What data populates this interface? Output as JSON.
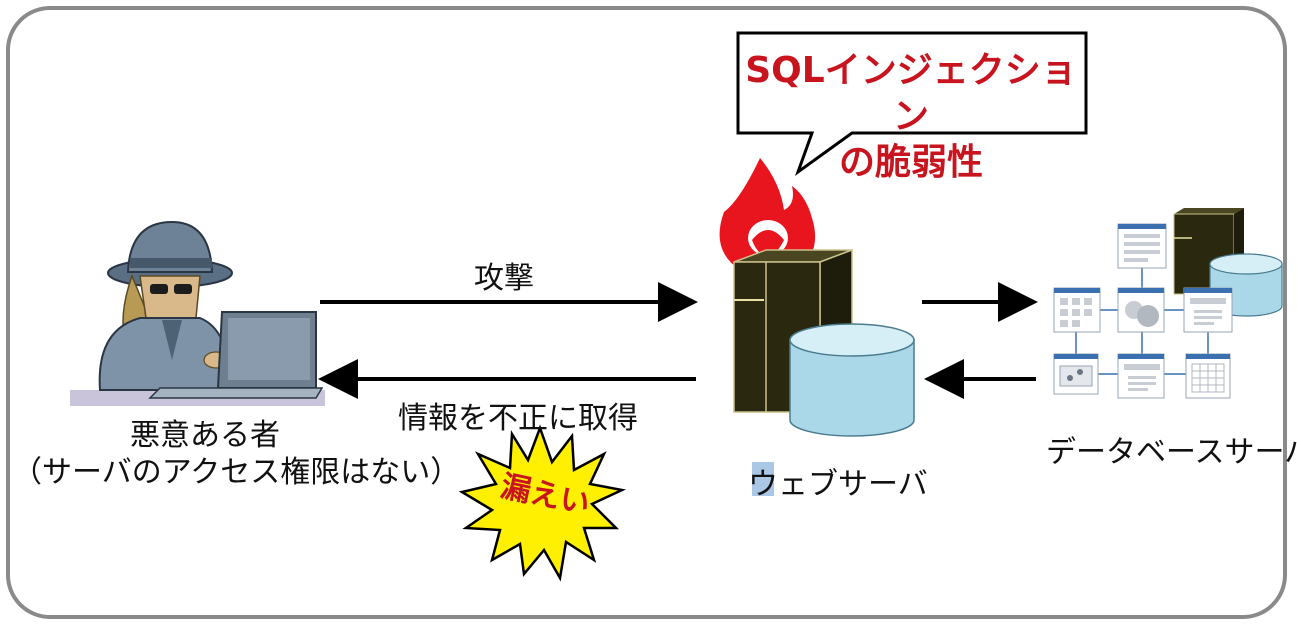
{
  "callout": {
    "line1": "SQLインジェクション",
    "line2": "の脆弱性"
  },
  "attacker": {
    "name": "悪意ある者",
    "note": "（サーバのアクセス権限はない）"
  },
  "arrows": {
    "attack_label": "攻撃",
    "steal_label": "情報を不正に取得"
  },
  "leak_badge": {
    "text": "漏えい"
  },
  "web_server": {
    "label": "ウェブサーバ"
  },
  "db_server": {
    "label": "データベースサーバ"
  },
  "colors": {
    "callout_text": "#c8141e",
    "burst_fill": "#ffef00",
    "server_body": "#2b2810",
    "db_cylinder": "#aad8e8",
    "flame": "#e8141e",
    "frame": "#8a8a8a"
  }
}
